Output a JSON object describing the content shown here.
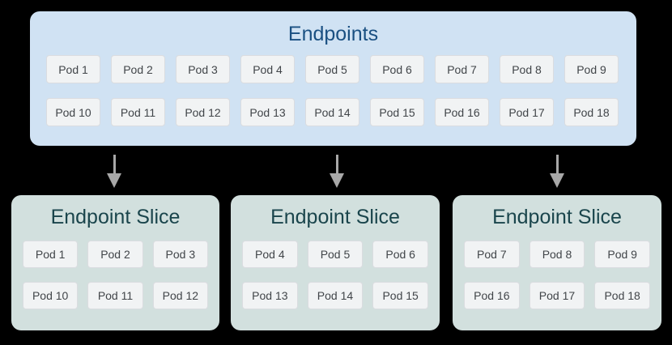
{
  "colors": {
    "background": "#000000",
    "endpoints_box_bg": "#d0e2f3",
    "endpoints_title_text": "#1a5082",
    "slice_box_bg": "#d2e0de",
    "slice_title_text": "#1a454c",
    "pod_bg": "#f1f3f4",
    "pod_border": "#dadce0",
    "pod_text": "#414549",
    "arrow": "#a8a8a8"
  },
  "endpoints": {
    "title": "Endpoints",
    "pods": [
      "Pod 1",
      "Pod 2",
      "Pod 3",
      "Pod 4",
      "Pod 5",
      "Pod 6",
      "Pod 7",
      "Pod 8",
      "Pod 9",
      "Pod 10",
      "Pod 11",
      "Pod 12",
      "Pod 13",
      "Pod 14",
      "Pod 15",
      "Pod 16",
      "Pod 17",
      "Pod 18"
    ]
  },
  "slices": [
    {
      "title": "Endpoint Slice",
      "pods": [
        "Pod 1",
        "Pod 2",
        "Pod 3",
        "Pod 10",
        "Pod 11",
        "Pod 12"
      ]
    },
    {
      "title": "Endpoint Slice",
      "pods": [
        "Pod 4",
        "Pod 5",
        "Pod 6",
        "Pod 13",
        "Pod 14",
        "Pod 15"
      ]
    },
    {
      "title": "Endpoint Slice",
      "pods": [
        "Pod 7",
        "Pod 8",
        "Pod 9",
        "Pod 16",
        "Pod 17",
        "Pod 18"
      ]
    }
  ]
}
